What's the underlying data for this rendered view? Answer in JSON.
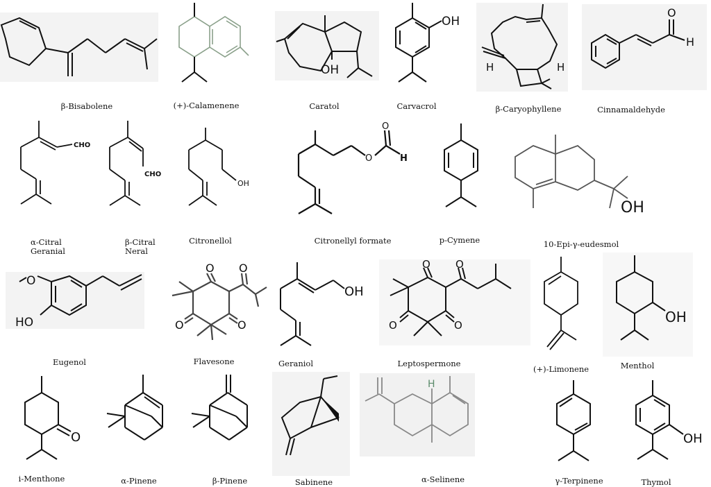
{
  "compounds": [
    {
      "id": "bisabolene",
      "name": "β-Bisabolene"
    },
    {
      "id": "calamenene",
      "name": "(+)-Calamenene"
    },
    {
      "id": "caratol",
      "name": "Caratol"
    },
    {
      "id": "carvacrol",
      "name": "Carvacrol"
    },
    {
      "id": "caryophyllene",
      "name": "β-Caryophyllene"
    },
    {
      "id": "cinnamaldehyde",
      "name": "Cinnamaldehyde"
    },
    {
      "id": "citral_a",
      "name": "α-Citral",
      "name2": "Geranial"
    },
    {
      "id": "citral_b",
      "name": "β-Citral",
      "name2": "Neral"
    },
    {
      "id": "citronellol",
      "name": "Citronellol"
    },
    {
      "id": "citronellyl_formate",
      "name": "Citronellyl formate"
    },
    {
      "id": "cymene",
      "name": "p-Cymene"
    },
    {
      "id": "eudesmol",
      "name": "10-Epi-γ-eudesmol"
    },
    {
      "id": "eugenol",
      "name": "Eugenol"
    },
    {
      "id": "flavesone",
      "name": "Flavesone"
    },
    {
      "id": "geraniol",
      "name": "Geraniol"
    },
    {
      "id": "leptospermone",
      "name": "Leptospermone"
    },
    {
      "id": "limonene",
      "name": "(+)-Limonene"
    },
    {
      "id": "menthol",
      "name": "Menthol"
    },
    {
      "id": "menthone",
      "name": "i-Menthone"
    },
    {
      "id": "apinene",
      "name": "α-Pinene"
    },
    {
      "id": "bpinene",
      "name": "β-Pinene"
    },
    {
      "id": "sabinene",
      "name": "Sabinene"
    },
    {
      "id": "selinene",
      "name": "α-Selinene"
    },
    {
      "id": "terpinene",
      "name": "γ-Terpinene"
    },
    {
      "id": "thymol",
      "name": "Thymol"
    }
  ],
  "atoms": {
    "oh": "OH",
    "ho": "HO",
    "o": "O",
    "h": "H",
    "cho": "CHO",
    "methoxy_o": "O"
  }
}
